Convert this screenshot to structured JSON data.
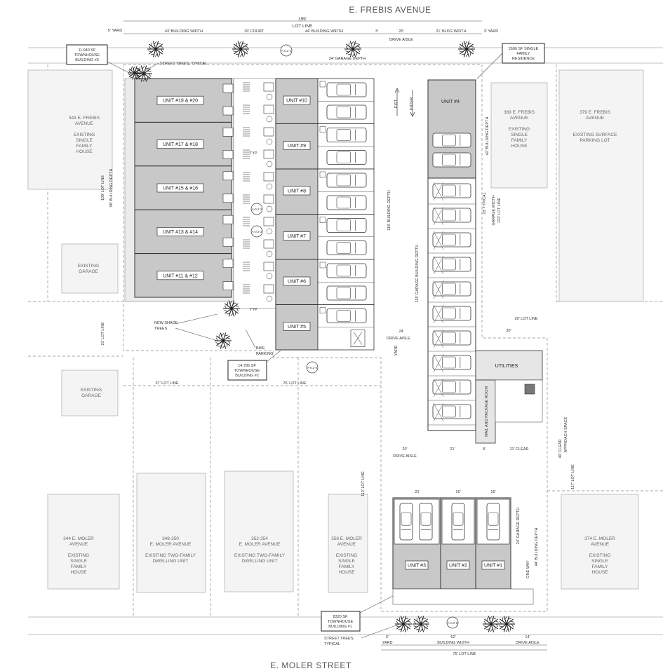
{
  "streets": {
    "top": "E. FREBIS AVENUE",
    "bottom": "E. MOLER STREET"
  },
  "callouts": {
    "townhouse3": [
      "11,940 SF",
      "TOWNHOUSE",
      "BUILDING #3"
    ],
    "townhouse2": [
      "14,706 SF",
      "TOWNHOUSE",
      "BUILDING #2"
    ],
    "townhouse1": [
      "8320 SF",
      "TOWNHOUSE",
      "BUILDING #1"
    ],
    "single_family": [
      "2600 SF SINGLE",
      "FAMILY",
      "RESIDENCE"
    ]
  },
  "building3_units": [
    "UNIT #19 & #20",
    "UNIT #17 & #18",
    "UNIT #15 & #16",
    "UNIT #13 & #14",
    "UNIT #11 & #12"
  ],
  "building2_units": [
    "UNIT #10",
    "UNIT #9",
    "UNIT #8",
    "UNIT #7",
    "UNIT #6",
    "UNIT #5"
  ],
  "building1_units": [
    "UNIT #3",
    "UNIT #2",
    "UNIT #1"
  ],
  "unit4": "UNIT #4",
  "rooms": {
    "utilities": "UTILITIES",
    "mail": "MAIL AND PACKAGE ROOM"
  },
  "neighbors": {
    "frebis343": [
      "343 E. FREBIS",
      "AVENUE",
      "",
      "EXISTING",
      "SINGLE",
      "FAMILY",
      "HOUSE"
    ],
    "frebis369": [
      "369 E. FREBIS",
      "AVENUE",
      "",
      "EXISTING",
      "SINGLE",
      "FAMILY",
      "HOUSE"
    ],
    "frebis379": [
      "379 E. FREBIS",
      "AVENUE",
      "",
      "EXISTING SURFACE",
      "PARKING LOT"
    ],
    "garage_a": [
      "EXISTING",
      "GARAGE"
    ],
    "garage_b": [
      "EXISTING",
      "GARAGE"
    ],
    "moler344": [
      "344 E. MOLER",
      "AVENUE",
      "",
      "EXISTING",
      "SINGLE",
      "FAMILY",
      "HOUSE"
    ],
    "moler348": [
      "348-350",
      "E. MOLER AVENUE",
      "",
      "EXISTING TWO-FAMILY",
      "DWELLING UNIT"
    ],
    "moler352": [
      "352-354",
      "E. MOLER AVENUE",
      "",
      "EXISTING TWO-FAMILY",
      "DWELLING UNIT"
    ],
    "moler358": [
      "358 E. MOLER",
      "AVENUE",
      "",
      "EXISTING",
      "SINGLE",
      "FAMILY",
      "HOUSE"
    ],
    "moler374": [
      "374 E. MOLER",
      "AVENUE",
      "",
      "EXISTING",
      "SINGLE",
      "FAMILY",
      "HOUSE"
    ]
  },
  "labels": {
    "top_dim": "159'",
    "lot_line": "LOT LINE",
    "yard5": "5' YARD",
    "bw43": "43' BUILDING WIDTH",
    "court19": "19' COURT",
    "bw44": "44' BUILDING WIDTH",
    "d3": "3'",
    "d20": "20'",
    "drive_aisle": "DRIVE AISLE",
    "bw21": "21' BLDG WIDTH",
    "yard3": "3' YARD",
    "garage_depth24": "24' GARAGE DEPTH",
    "street_trees_typical": "STREET TREES, TYPICAL",
    "exit": "EXIT",
    "enter": "ENTER",
    "new_shade_trees": [
      "NEW SHADE",
      "TREES"
    ],
    "bike_parking": [
      "BIKE",
      "PARKING"
    ],
    "typ": "TYP",
    "lot108": "108' LOT LINE",
    "depth98": "98' BUILDING DEPTH",
    "lot21": "21' LOT LINE",
    "lot37": "37' LOT LINE",
    "lot76": "76' LOT LINE",
    "depth118": "118' BUILDING DEPTH",
    "depth115": "115' GARAGE BUILDING DEPTH",
    "depth42": "42' BUILDING DEPTH",
    "garage_width": "GARAGE WIDTH",
    "d23typ": "23' TYPICAL",
    "lot122": "122' LOT LINE",
    "lot29": "29' LOT LINE",
    "d30": "30'",
    "d24": "24'",
    "d21": "21'",
    "d8": "8'",
    "clear21": "21' CLEAR",
    "approach": "APPROACH SPACE",
    "clear40": "40' CLEAR",
    "lot117": "117' LOT LINE",
    "lot112": "112' LOT LINE",
    "d16": "16'",
    "garage_depth_24": "24' GARAGE DEPTH",
    "depth44": "44' BUILDING DEPTH",
    "one_way": "ONE WAY",
    "street_trees": [
      "STREET TREES,",
      "TYPICAL"
    ],
    "yard6": "6'",
    "yard": "YARD",
    "bw52": "52'",
    "building_width": "BUILDING WIDTH",
    "d14": "14'",
    "lot75": "75' LOT LINE",
    "yard_v": "YARD"
  },
  "section_tags": [
    "A-0.2-1",
    "A-0.2-2",
    "A-0.2-3",
    "A-0.2-4",
    "A-0.2-5"
  ]
}
